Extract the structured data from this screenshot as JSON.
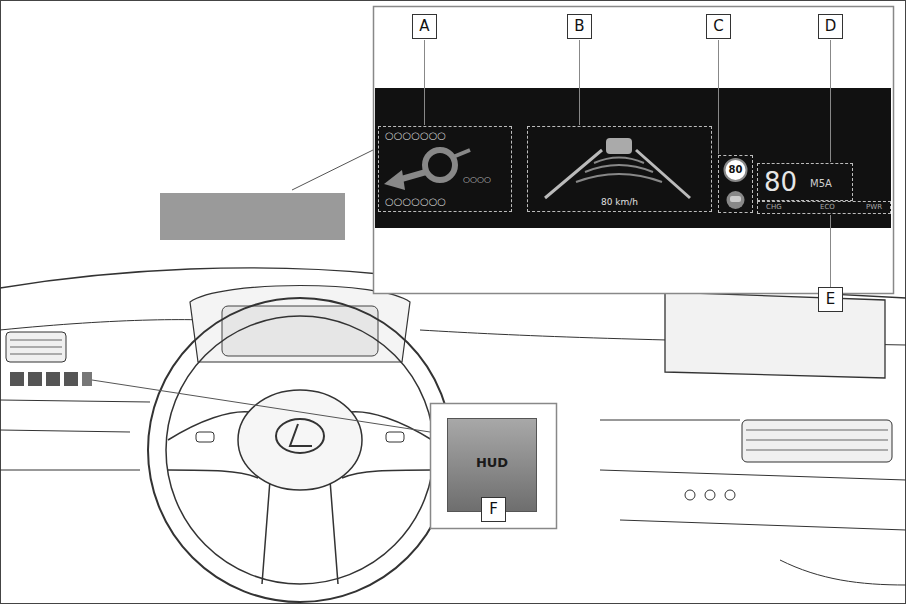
{
  "diagram": {
    "nodes": [
      {
        "text": [
          "○○○○○○○",
          "○○○○",
          "○○○○○○○"
        ]
      },
      {
        "text": [
          "80 km/h"
        ]
      },
      {
        "text": [
          "80"
        ]
      },
      {
        "text": [
          "80",
          "M5A"
        ]
      },
      {
        "text": [
          "CHG",
          "ECO",
          "PWR"
        ]
      },
      {
        "text": [
          "HUD"
        ]
      }
    ],
    "labels": [
      "A",
      "B",
      "C",
      "D",
      "E",
      "F"
    ]
  }
}
